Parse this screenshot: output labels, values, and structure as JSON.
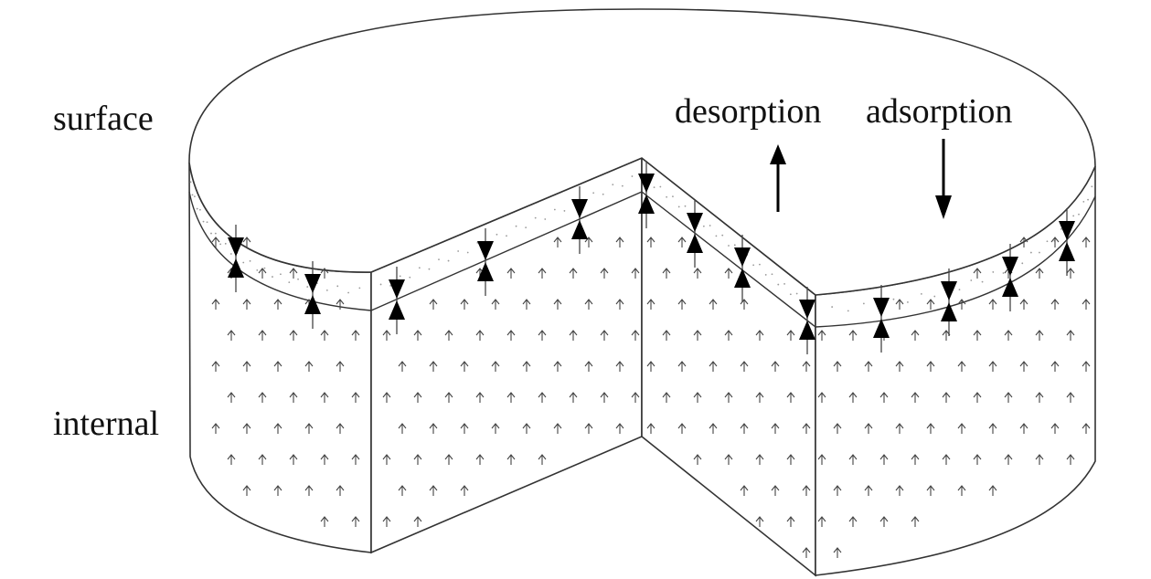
{
  "diagram": {
    "labels": {
      "surface": "surface",
      "internal": "internal",
      "desorption": "desorption",
      "adsorption": "adsorption"
    },
    "colors": {
      "stroke": "#333333",
      "fill": "#ffffff",
      "arrow": "#000000",
      "dot": "#888888",
      "text": "#111111"
    }
  }
}
